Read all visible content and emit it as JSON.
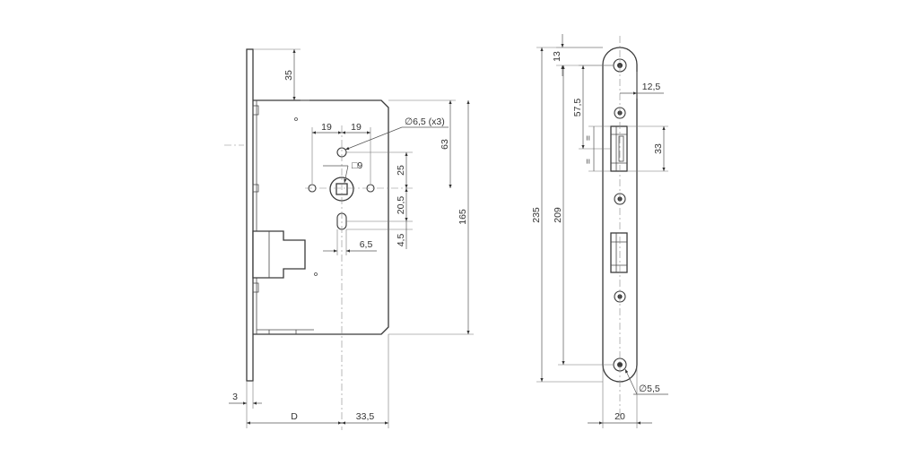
{
  "side_view": {
    "dims": {
      "top_35": "35",
      "hole_spacing_left": "19",
      "hole_spacing_right": "19",
      "screw_hole": "∅6,5 (x3)",
      "spindle_square": "□9",
      "height_63": "63",
      "spindle_25": "25",
      "height_165": "165",
      "keyhole_20_5": "20,5",
      "keyhole_4_5": "4,5",
      "keyhole_6_5": "6,5",
      "faceplate_3": "3",
      "backset_d": "D",
      "depth_33_5": "33,5"
    }
  },
  "front_view": {
    "dims": {
      "top_13": "13",
      "width_12_5": "12,5",
      "offset_57_5": "57,5",
      "latch_33": "33",
      "eq_top": "=",
      "eq_bottom": "=",
      "length_209": "209",
      "length_235": "235",
      "hole_5_5": "∅5,5",
      "width_20": "20"
    }
  }
}
